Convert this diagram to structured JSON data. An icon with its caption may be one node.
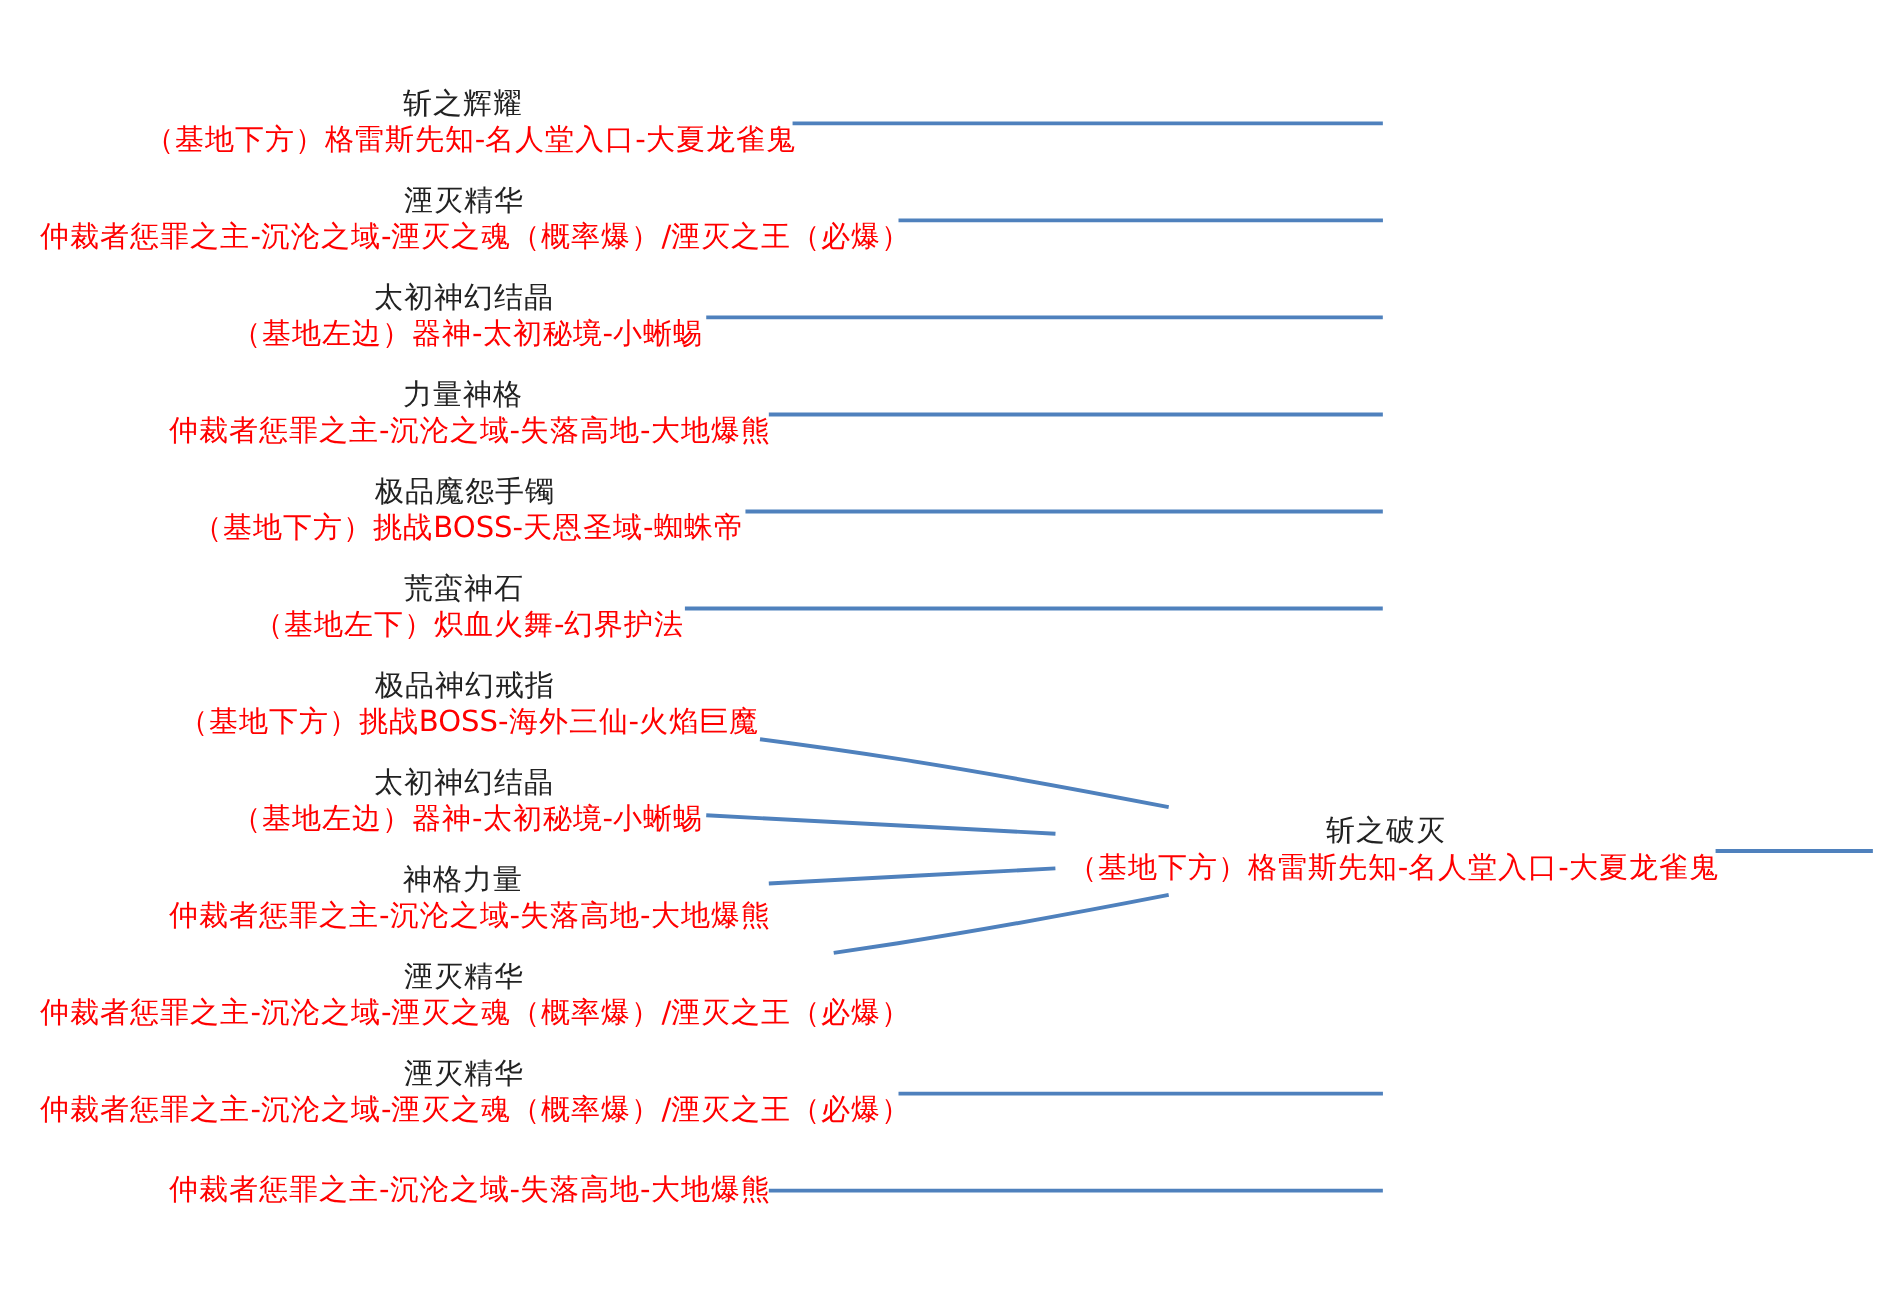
{
  "diagram": {
    "nodes": [
      {
        "text": [
          "仲裁者惩罪之主-沉沦之域-失落高地-大地爆熊"
        ]
      },
      {
        "text": [
          "湮灭精华",
          "仲裁者惩罪之主-沉沦之域-湮灭之魂（概率爆）/湮灭之王（必爆）"
        ]
      },
      {
        "text": [
          "极品神幻戒指",
          "（基地下方）挑战BOSS-海外三仙-火焰巨魔"
        ]
      },
      {
        "text": [
          "太初神幻结晶",
          "（基地左边）器神-太初秘境-小蜥蜴"
        ]
      },
      {
        "text": [
          "神格力量",
          "仲裁者惩罪之主-沉沦之域-失落高地-大地爆熊"
        ]
      },
      {
        "text": [
          "湮灭精华",
          "仲裁者惩罪之主-沉沦之域-湮灭之魂（概率爆）/湮灭之王（必爆）"
        ]
      },
      {
        "text": [
          "斩之破灭",
          "（基地下方）格雷斯先知-名人堂入口-大夏龙雀鬼"
        ]
      },
      {
        "text": [
          "荒蛮神石",
          "（基地左下）炽血火舞-幻界护法"
        ]
      },
      {
        "text": [
          "极品魔怨手镯",
          "（基地下方）挑战BOSS-天恩圣域-蜘蛛帝"
        ]
      },
      {
        "text": [
          "力量神格",
          "仲裁者惩罪之主-沉沦之域-失落高地-大地爆熊"
        ]
      },
      {
        "text": [
          "太初神幻结晶",
          "（基地左边）器神-太初秘境-小蜥蜴"
        ]
      },
      {
        "text": [
          "湮灭精华",
          "仲裁者惩罪之主-沉沦之域-湮灭之魂（概率爆）/湮灭之王（必爆）"
        ]
      },
      {
        "text": [
          "斩之辉耀",
          "（基地下方）格雷斯先知-名人堂入口-大夏龙雀鬼"
        ]
      }
    ],
    "edges": [
      {
        "from": 0,
        "to": null,
        "arrow": "none"
      },
      {
        "from": 1,
        "to": null,
        "arrow": "none"
      },
      {
        "from": 2,
        "to": 6,
        "arrow": "none"
      },
      {
        "from": 3,
        "to": 6,
        "arrow": "none"
      },
      {
        "from": 4,
        "to": 6,
        "arrow": "none"
      },
      {
        "from": 5,
        "to": 6,
        "arrow": "none"
      },
      {
        "from": 6,
        "to": null,
        "arrow": "none"
      },
      {
        "from": 7,
        "to": null,
        "arrow": "none"
      },
      {
        "from": 8,
        "to": null,
        "arrow": "none"
      },
      {
        "from": 9,
        "to": null,
        "arrow": "none"
      },
      {
        "from": 10,
        "to": null,
        "arrow": "none"
      },
      {
        "from": 11,
        "to": null,
        "arrow": "none"
      },
      {
        "from": 12,
        "to": null,
        "arrow": "none"
      }
    ]
  }
}
